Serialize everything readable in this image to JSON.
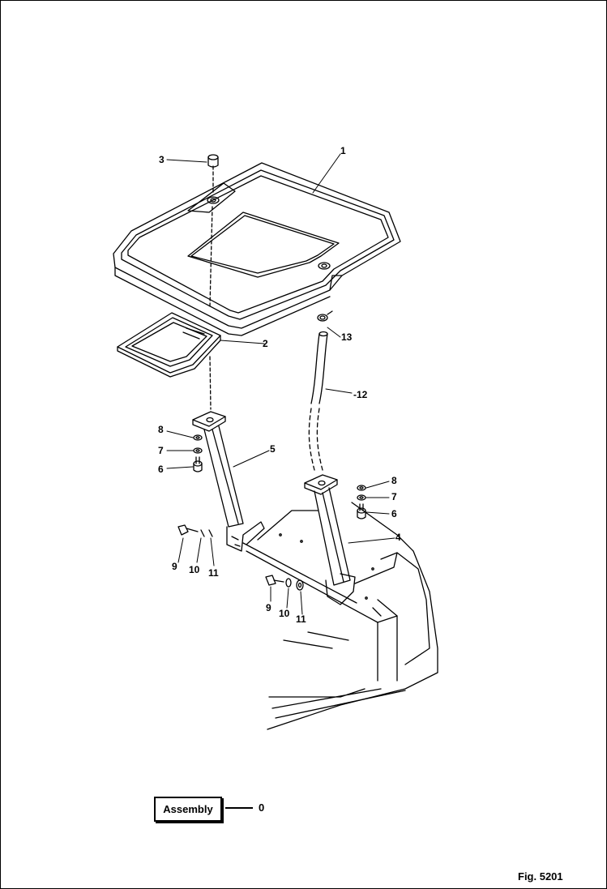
{
  "parts": {
    "p1": "1",
    "p2": "2",
    "p3": "3",
    "p4": "4",
    "p5": "5",
    "p6a": "6",
    "p7a": "7",
    "p8a": "8",
    "p6b": "6",
    "p7b": "7",
    "p8b": "8",
    "p9a": "9",
    "p10a": "10",
    "p11a": "11",
    "p9b": "9",
    "p10b": "10",
    "p11b": "11",
    "p12": "-12",
    "p13": "13"
  },
  "assembly": {
    "label": "Assembly",
    "number": "0"
  },
  "figure": {
    "label": "Fig. 5201"
  }
}
